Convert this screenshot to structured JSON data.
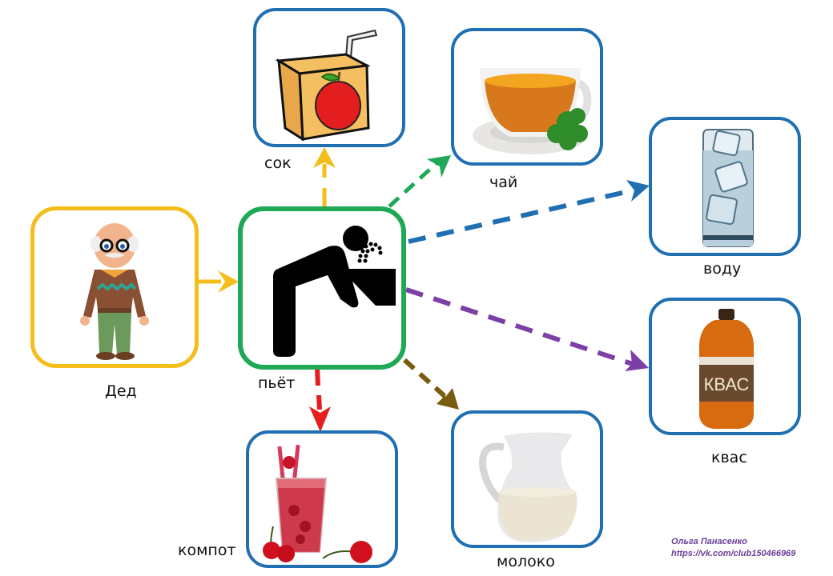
{
  "subject": {
    "label": "Дед",
    "icon": "grandfather-icon"
  },
  "verb": {
    "label": "пьёт",
    "icon": "drinking-fountain-icon"
  },
  "objects": [
    {
      "label": "сок",
      "icon": "juice-box-icon",
      "arrow_color": "#f3bd1c"
    },
    {
      "label": "чай",
      "icon": "tea-cup-icon",
      "arrow_color": "#1fa956"
    },
    {
      "label": "воду",
      "icon": "water-glass-icon",
      "arrow_color": "#1f6fb2"
    },
    {
      "label": "квас",
      "icon": "kvass-bottle-icon",
      "arrow_color": "#7b3fa6",
      "bottle_text": "КВАС"
    },
    {
      "label": "молоко",
      "icon": "milk-jug-icon",
      "arrow_color": "#7a5c10"
    },
    {
      "label": "компот",
      "icon": "compote-glass-icon",
      "arrow_color": "#e41e1e"
    }
  ],
  "colors": {
    "object_border": "#1f6fb2",
    "subject_border": "#f3bd1c",
    "verb_border": "#1fa956"
  },
  "credit": {
    "author": "Ольга Панасенко",
    "link": "https://vk.com/club150466969"
  }
}
